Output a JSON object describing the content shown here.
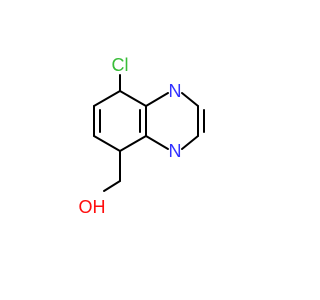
{
  "molecule": {
    "colors": {
      "bond": "#000000",
      "carbon_label": "#000000",
      "chlorine": "#38bd38",
      "nitrogen": "#3333ff",
      "oxygen": "#ff0d0d"
    },
    "atoms": {
      "cl": {
        "label": "Cl",
        "element": "chlorine"
      },
      "n1": {
        "label": "N",
        "element": "nitrogen"
      },
      "n4": {
        "label": "N",
        "element": "nitrogen"
      },
      "o": {
        "label": "OH",
        "element": "oxygen"
      }
    }
  }
}
